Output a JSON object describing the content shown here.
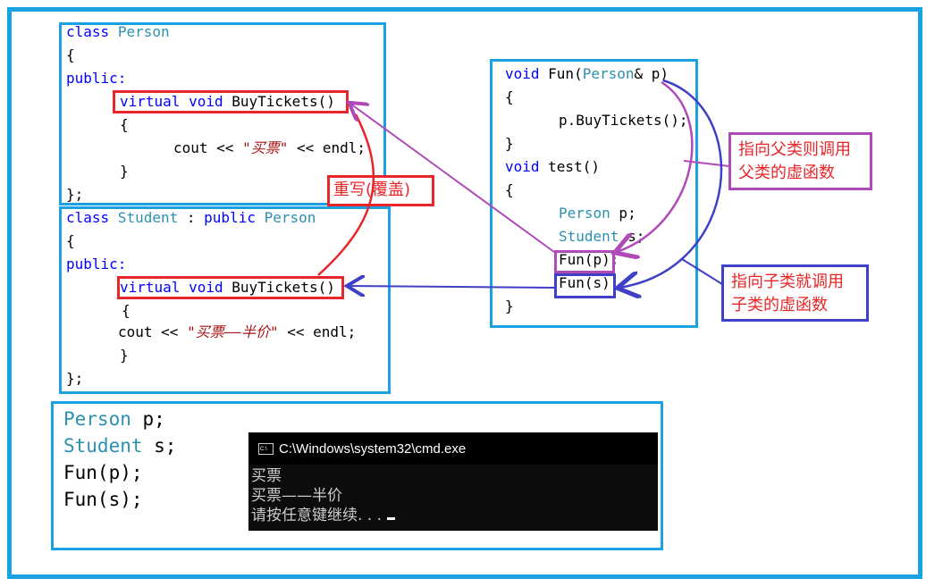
{
  "person_class": {
    "decl_kw": "class",
    "name": "Person",
    "open": "{",
    "public": "public:",
    "virtual_kw": "virtual",
    "void_kw": "void",
    "method": "BuyTickets()",
    "m_open": "{",
    "cout_pre": "cout << ",
    "cout_str": "\"买票\"",
    "cout_post": " << endl;",
    "m_close": "}",
    "close": "};"
  },
  "student_class": {
    "decl_kw": "class",
    "name": "Student",
    "colon": " : ",
    "public_kw": "public",
    "base": "Person",
    "open": "{",
    "public": "public:",
    "virtual_kw": "virtual",
    "void_kw": "void",
    "method": "BuyTickets()",
    "m_open": "{",
    "cout_pre": "cout << ",
    "cout_str": "\"买票——半价\"",
    "cout_post": " << endl;",
    "m_close": "}",
    "close": "};"
  },
  "fun_code": {
    "void_kw": "void",
    "fun_sig_a": " Fun(",
    "fun_param_type": "Person",
    "fun_sig_b": "& p)",
    "open1": "{",
    "call": "p.BuyTickets();",
    "close1": "}",
    "test_sig": " test()",
    "open2": "{",
    "decl_p_type": "Person",
    "decl_p_var": " p;",
    "decl_s_type": "Student",
    "decl_s_var": " s;",
    "call_p": "Fun(p);",
    "call_s": "Fun(s)",
    "close2": "}"
  },
  "labels": {
    "override": "重写(覆盖)",
    "parent_line1": "指向父类则调用",
    "parent_line2": "父类的虚函数",
    "child_line1": "指向子类就调用",
    "child_line2": "子类的虚函数"
  },
  "bottom_code": {
    "l1_type": "Person",
    "l1_var": " p;",
    "l2_type": "Student",
    "l2_var": " s;",
    "l3": "Fun(p);",
    "l4": "Fun(s);"
  },
  "console": {
    "title": "C:\\Windows\\system32\\cmd.exe",
    "icon_text": "C:\\",
    "lines": [
      "买票",
      "买票——半价",
      "请按任意键继续. . ."
    ]
  },
  "colors": {
    "frame": "#1ba1e2",
    "override_red": "#e8262a",
    "parent_purple": "#b04ab8",
    "child_blue": "#3f3fc8",
    "keyword": "#0000ff",
    "type": "#2b91af"
  }
}
